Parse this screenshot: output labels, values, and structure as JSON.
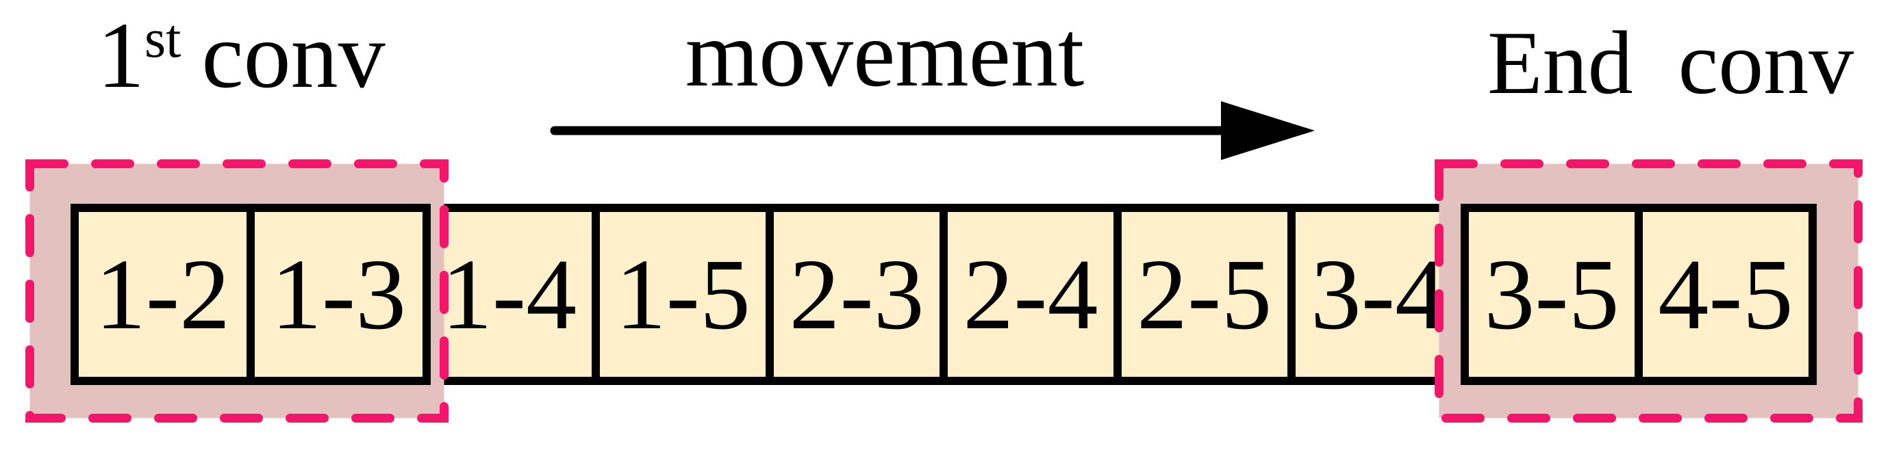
{
  "labels": {
    "first_conv": {
      "number": "1",
      "ordinal": "st",
      "word": "conv"
    },
    "movement": "movement",
    "end_conv": "End  conv"
  },
  "cells": [
    "1-2",
    "1-3",
    "1-4",
    "1-5",
    "2-3",
    "2-4",
    "2-5",
    "3-4",
    "3-5",
    "4-5"
  ],
  "colors": {
    "cell_fill": "#FDF0CB",
    "window_fill": "#E2C1BE",
    "window_border": "#F7146B",
    "line": "#000000"
  }
}
